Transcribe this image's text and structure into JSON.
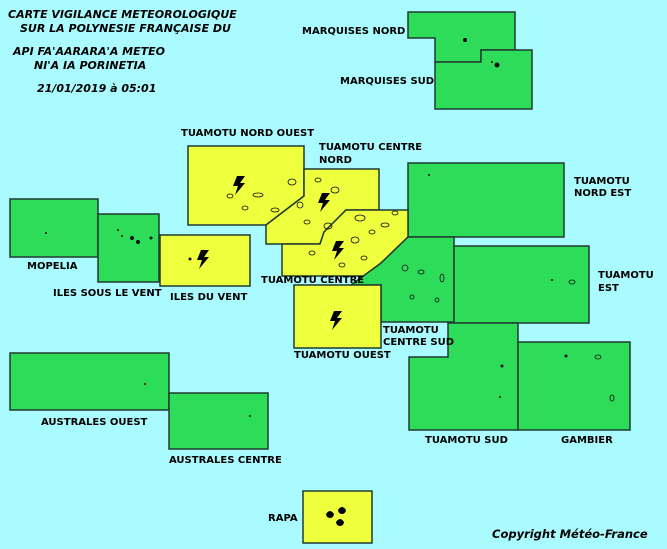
{
  "header": {
    "line1": "CARTE VIGILANCE METEOROLOGIQUE",
    "line2": "SUR LA POLYNESIE FRANÇAISE DU",
    "line3": "API FA'AARARA'A METEO",
    "line4": "NI'A IA PORINETIA",
    "date": "21/01/2019 à 05:01"
  },
  "copyright": "Copyright Météo-France",
  "colors": {
    "background": "#a9fbff",
    "green": "#2ddd5a",
    "yellow": "#eeff3d",
    "border": "#203a30"
  },
  "legend_icons": {
    "lightning": "lightning-icon",
    "rain": "rain-drops-icon"
  },
  "regions": [
    {
      "id": "marquises-nord",
      "label": "MARQUISES NORD",
      "level": "green"
    },
    {
      "id": "marquises-sud",
      "label": "MARQUISES SUD",
      "level": "green"
    },
    {
      "id": "tuamotu-nord-ouest",
      "label": "TUAMOTU NORD OUEST",
      "level": "yellow",
      "icon": "lightning"
    },
    {
      "id": "tuamotu-centre-nord",
      "label_1": "TUAMOTU CENTRE",
      "label_2": "NORD",
      "level": "yellow",
      "icon": "lightning"
    },
    {
      "id": "tuamotu-nord-est",
      "label_1": "TUAMOTU",
      "label_2": "NORD EST",
      "level": "green"
    },
    {
      "id": "mopelia",
      "label": "MOPELIA",
      "level": "green"
    },
    {
      "id": "iles-sous-le-vent",
      "label": "ILES SOUS LE VENT",
      "level": "green"
    },
    {
      "id": "iles-du-vent",
      "label": "ILES DU VENT",
      "level": "yellow",
      "icon": "lightning"
    },
    {
      "id": "tuamotu-centre",
      "label": "TUAMOTU CENTRE",
      "level": "yellow",
      "icon": "lightning"
    },
    {
      "id": "tuamotu-centre-sud",
      "label_1": "TUAMOTU",
      "label_2": "CENTRE SUD",
      "level": "green"
    },
    {
      "id": "tuamotu-est",
      "label_1": "TUAMOTU",
      "label_2": "EST",
      "level": "green"
    },
    {
      "id": "tuamotu-ouest",
      "label": "TUAMOTU OUEST",
      "level": "yellow",
      "icon": "lightning"
    },
    {
      "id": "australes-ouest",
      "label": "AUSTRALES OUEST",
      "level": "green"
    },
    {
      "id": "australes-centre",
      "label": "AUSTRALES CENTRE",
      "level": "green"
    },
    {
      "id": "tuamotu-sud",
      "label": "TUAMOTU SUD",
      "level": "green"
    },
    {
      "id": "gambier",
      "label": "GAMBIER",
      "level": "green"
    },
    {
      "id": "rapa",
      "label": "RAPA",
      "level": "yellow",
      "icon": "rain"
    }
  ]
}
